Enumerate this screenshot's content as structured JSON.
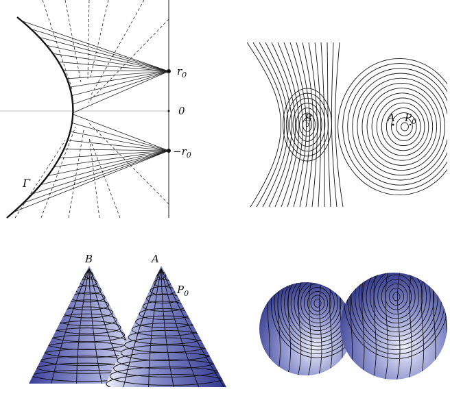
{
  "panels": {
    "rays": {
      "label_r0": "r",
      "label_r0_sub": "0",
      "label_zero": "0",
      "label_neg_r0": "−r",
      "label_neg_r0_sub": "0",
      "label_gamma": "Γ"
    },
    "contours": {
      "label_B": "B",
      "label_A": "A",
      "label_P0": "P",
      "label_P0_sub": "0"
    },
    "cones": {
      "label_B": "B",
      "label_A": "A",
      "label_P0": "P",
      "label_P0_sub": "0"
    },
    "spheres": {}
  },
  "colors": {
    "surface_dark": "#3a3f9a",
    "surface_light": "#f4f4fb",
    "line": "#111111",
    "axis": "#bbbbbb"
  }
}
